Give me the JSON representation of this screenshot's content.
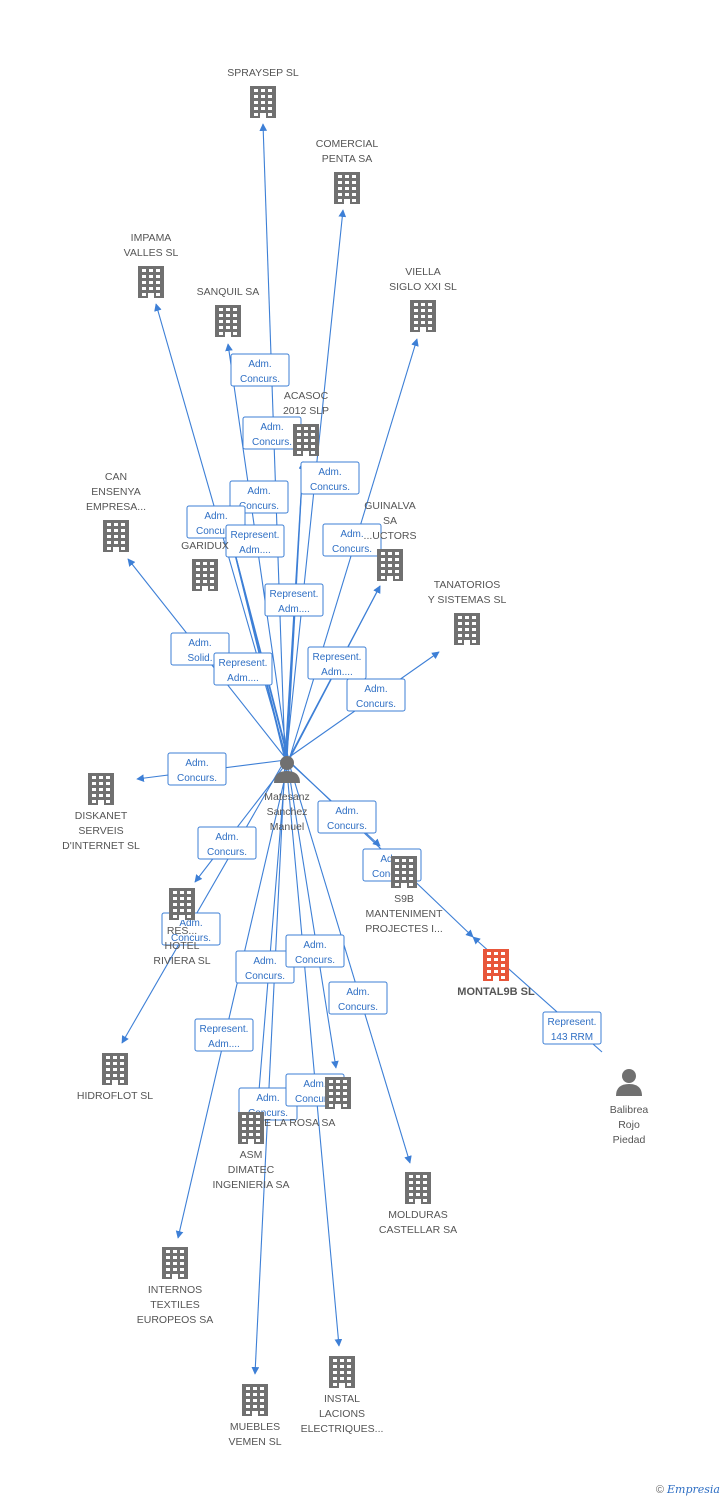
{
  "graph": {
    "person": {
      "id": "matesanz",
      "label": [
        "Matesanz",
        "Sanchez",
        "Manuel"
      ]
    },
    "person2": {
      "id": "balibrea",
      "label": [
        "Balibrea",
        "Rojo",
        "Piedad"
      ]
    },
    "focus": {
      "id": "montal9b",
      "label": [
        "MONTAL9B SL"
      ],
      "color": "#e8563a"
    },
    "companies": [
      {
        "id": "spraysep",
        "label": [
          "SPRAYSEP SL"
        ]
      },
      {
        "id": "comercial",
        "label": [
          "COMERCIAL",
          "PENTA SA"
        ]
      },
      {
        "id": "impama",
        "label": [
          "IMPAMA",
          "VALLES SL"
        ]
      },
      {
        "id": "sanquil",
        "label": [
          "SANQUIL SA"
        ]
      },
      {
        "id": "viella",
        "label": [
          "VIELLA",
          "SIGLO XXI SL"
        ]
      },
      {
        "id": "acasoc",
        "label": [
          "ACASOC",
          "2012 SLP"
        ]
      },
      {
        "id": "can",
        "label": [
          "CAN",
          "ENSENYA",
          "EMPRESA..."
        ]
      },
      {
        "id": "guinalva",
        "label": [
          "GUINALVA",
          "SA",
          "...UCTORS"
        ]
      },
      {
        "id": "garidux",
        "label": [
          "GARIDUX"
        ]
      },
      {
        "id": "tanatorios",
        "label": [
          "TANATORIOS",
          "Y SISTEMAS SL"
        ]
      },
      {
        "id": "diskanet",
        "label": [
          "DISKANET",
          "SERVEIS",
          "D'INTERNET SL"
        ]
      },
      {
        "id": "s9b",
        "label": [
          "S9B",
          "MANTENIMENT",
          "PROJECTES I..."
        ]
      },
      {
        "id": "hotel",
        "label": [
          "RES...",
          "HOTEL",
          "RIVIERA SL"
        ]
      },
      {
        "id": "hidroflot",
        "label": [
          "HIDROFLOT SL"
        ]
      },
      {
        "id": "delarosa",
        "label": [
          "DE LA ROSA SA"
        ]
      },
      {
        "id": "asm",
        "label": [
          "ASM",
          "DIMATEC",
          "INGENIERIA SA"
        ]
      },
      {
        "id": "molduras",
        "label": [
          "MOLDURAS",
          "CASTELLAR SA"
        ]
      },
      {
        "id": "internos",
        "label": [
          "INTERNOS",
          "TEXTILES",
          "EUROPEOS SA"
        ]
      },
      {
        "id": "instal",
        "label": [
          "INSTAL",
          "LACIONS",
          "ELECTRIQUES..."
        ]
      },
      {
        "id": "muebles",
        "label": [
          "MUEBLES",
          "VEMEN SL"
        ]
      }
    ],
    "edges": [
      {
        "from": "matesanz",
        "to": "spraysep",
        "label": []
      },
      {
        "from": "matesanz",
        "to": "comercial",
        "label": []
      },
      {
        "from": "matesanz",
        "to": "impama",
        "label": []
      },
      {
        "from": "matesanz",
        "to": "sanquil",
        "label": [
          "Adm.",
          "Concurs."
        ]
      },
      {
        "from": "matesanz",
        "to": "viella",
        "label": []
      },
      {
        "from": "matesanz",
        "to": "acasoc",
        "label": [
          "Adm.",
          "Concurs."
        ]
      },
      {
        "from": "matesanz",
        "to": "acasoc",
        "label": [
          "Adm.",
          "Concurs."
        ]
      },
      {
        "from": "matesanz",
        "to": "can",
        "label": [
          "Adm.",
          "Concurs."
        ]
      },
      {
        "from": "matesanz",
        "to": "garidux",
        "label": [
          "Adm.",
          "Concurs."
        ]
      },
      {
        "from": "matesanz",
        "to": "garidux",
        "label": [
          "Represent.",
          "Adm...."
        ]
      },
      {
        "from": "matesanz",
        "to": "garidux",
        "label": [
          "Adm.",
          "Concurs."
        ]
      },
      {
        "from": "matesanz",
        "to": "garidux",
        "label": [
          "Represent.",
          "Adm...."
        ]
      },
      {
        "from": "matesanz",
        "to": "acasoc",
        "label": [
          "Adm.",
          "Solid."
        ]
      },
      {
        "from": "matesanz",
        "to": "guinalva",
        "label": [
          "Represent.",
          "Adm...."
        ]
      },
      {
        "from": "matesanz",
        "to": "guinalva",
        "label": [
          "Represent.",
          "Adm...."
        ]
      },
      {
        "from": "matesanz",
        "to": "tanatorios",
        "label": [
          "Adm.",
          "Concurs."
        ]
      },
      {
        "from": "matesanz",
        "to": "diskanet",
        "label": [
          "Adm.",
          "Concurs."
        ]
      },
      {
        "from": "matesanz",
        "to": "s9b",
        "label": [
          "Adm.",
          "Concurs."
        ]
      },
      {
        "from": "matesanz",
        "to": "montal9b",
        "label": [
          "Adm.",
          "Concurs."
        ]
      },
      {
        "from": "matesanz",
        "to": "hotel",
        "label": [
          "Adm.",
          "Concurs."
        ]
      },
      {
        "from": "matesanz",
        "to": "hidroflot",
        "label": [
          "Adm.",
          "Concurs."
        ]
      },
      {
        "from": "matesanz",
        "to": "asm",
        "label": [
          "Adm.",
          "Concurs."
        ]
      },
      {
        "from": "matesanz",
        "to": "delarosa",
        "label": [
          "Adm.",
          "Concurs."
        ]
      },
      {
        "from": "matesanz",
        "to": "molduras",
        "label": [
          "Adm.",
          "Concurs."
        ]
      },
      {
        "from": "matesanz",
        "to": "internos",
        "label": [
          "Represent.",
          "Adm...."
        ]
      },
      {
        "from": "matesanz",
        "to": "muebles",
        "label": [
          "Adm.",
          "Concurs."
        ]
      },
      {
        "from": "matesanz",
        "to": "instal",
        "label": [
          "Adm.",
          "Concurs."
        ]
      },
      {
        "from": "balibrea",
        "to": "montal9b",
        "label": [
          "Represent.",
          "143 RRM"
        ]
      }
    ]
  },
  "footer": {
    "copyright": "©",
    "brand": "Empresia"
  },
  "colors": {
    "edge": "#3d7fd6",
    "node": "#707070",
    "focus": "#e8563a"
  }
}
